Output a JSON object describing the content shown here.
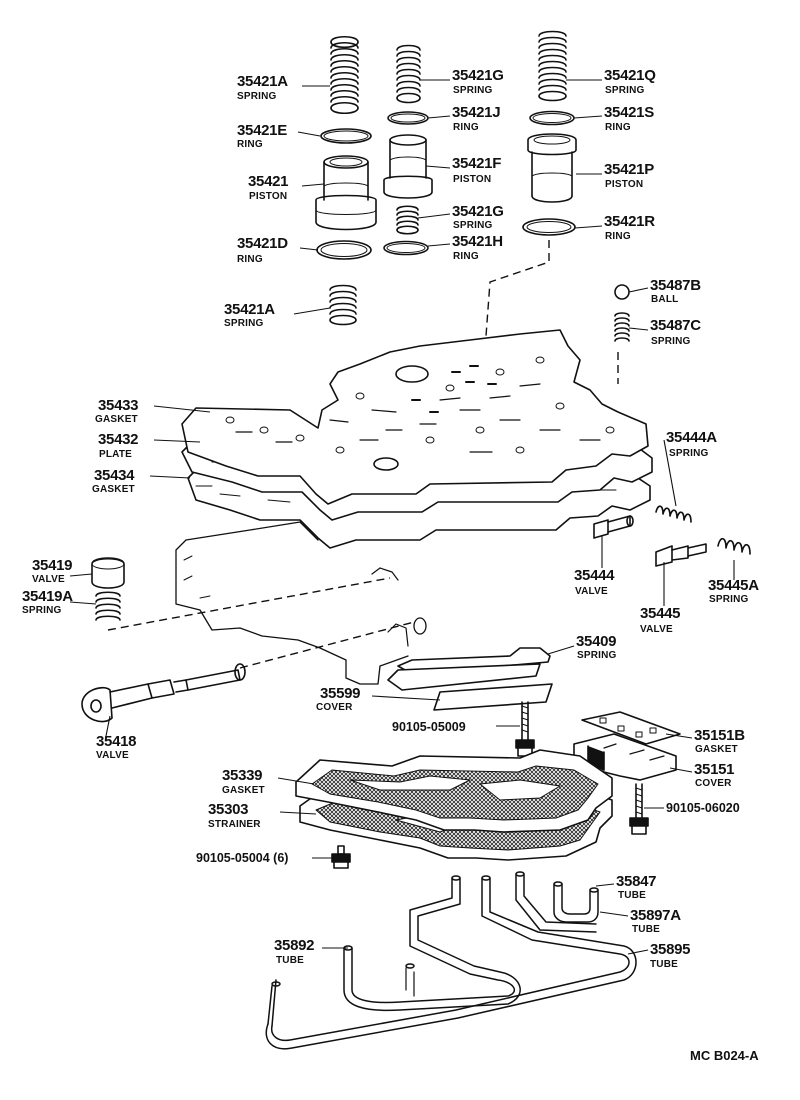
{
  "figure_code": "MC B024-A",
  "callouts": [
    {
      "id": "c01",
      "part": "35421A",
      "name": "SPRING"
    },
    {
      "id": "c02",
      "part": "35421E",
      "name": "RING"
    },
    {
      "id": "c03",
      "part": "35421",
      "name": "PISTON"
    },
    {
      "id": "c04",
      "part": "35421D",
      "name": "RING"
    },
    {
      "id": "c05",
      "part": "35421A",
      "name": "SPRING"
    },
    {
      "id": "c06",
      "part": "35421G",
      "name": "SPRING"
    },
    {
      "id": "c07",
      "part": "35421J",
      "name": "RING"
    },
    {
      "id": "c08",
      "part": "35421F",
      "name": "PISTON"
    },
    {
      "id": "c09",
      "part": "35421G",
      "name": "SPRING"
    },
    {
      "id": "c10",
      "part": "35421H",
      "name": "RING"
    },
    {
      "id": "c11",
      "part": "35421Q",
      "name": "SPRING"
    },
    {
      "id": "c12",
      "part": "35421S",
      "name": "RING"
    },
    {
      "id": "c13",
      "part": "35421P",
      "name": "PISTON"
    },
    {
      "id": "c14",
      "part": "35421R",
      "name": "RING"
    },
    {
      "id": "c15",
      "part": "35487B",
      "name": "BALL"
    },
    {
      "id": "c16",
      "part": "35487C",
      "name": "SPRING"
    },
    {
      "id": "c17",
      "part": "35433",
      "name": "GASKET"
    },
    {
      "id": "c18",
      "part": "35432",
      "name": "PLATE"
    },
    {
      "id": "c19",
      "part": "35434",
      "name": "GASKET"
    },
    {
      "id": "c20",
      "part": "35444A",
      "name": "SPRING"
    },
    {
      "id": "c21",
      "part": "35444",
      "name": "VALVE"
    },
    {
      "id": "c22",
      "part": "35445",
      "name": "VALVE"
    },
    {
      "id": "c23",
      "part": "35445A",
      "name": "SPRING"
    },
    {
      "id": "c24",
      "part": "35419",
      "name": "VALVE"
    },
    {
      "id": "c25",
      "part": "35419A",
      "name": "SPRING"
    },
    {
      "id": "c26",
      "part": "35409",
      "name": "SPRING"
    },
    {
      "id": "c27",
      "part": "35599",
      "name": "COVER"
    },
    {
      "id": "c28",
      "part": "35418",
      "name": "VALVE"
    },
    {
      "id": "c29",
      "part": "35151B",
      "name": "GASKET"
    },
    {
      "id": "c30",
      "part": "35151",
      "name": "COVER"
    },
    {
      "id": "c31",
      "part": "35339",
      "name": "GASKET"
    },
    {
      "id": "c32",
      "part": "35303",
      "name": "STRAINER"
    },
    {
      "id": "c33",
      "part": "35847",
      "name": "TUBE"
    },
    {
      "id": "c34",
      "part": "35897A",
      "name": "TUBE"
    },
    {
      "id": "c35",
      "part": "35892",
      "name": "TUBE"
    },
    {
      "id": "c36",
      "part": "35895",
      "name": "TUBE"
    }
  ],
  "bolts": [
    {
      "id": "b1",
      "code": "90105-05009"
    },
    {
      "id": "b2",
      "code": "90105-06020"
    },
    {
      "id": "b3",
      "code": "90105-05004 (6)"
    }
  ]
}
